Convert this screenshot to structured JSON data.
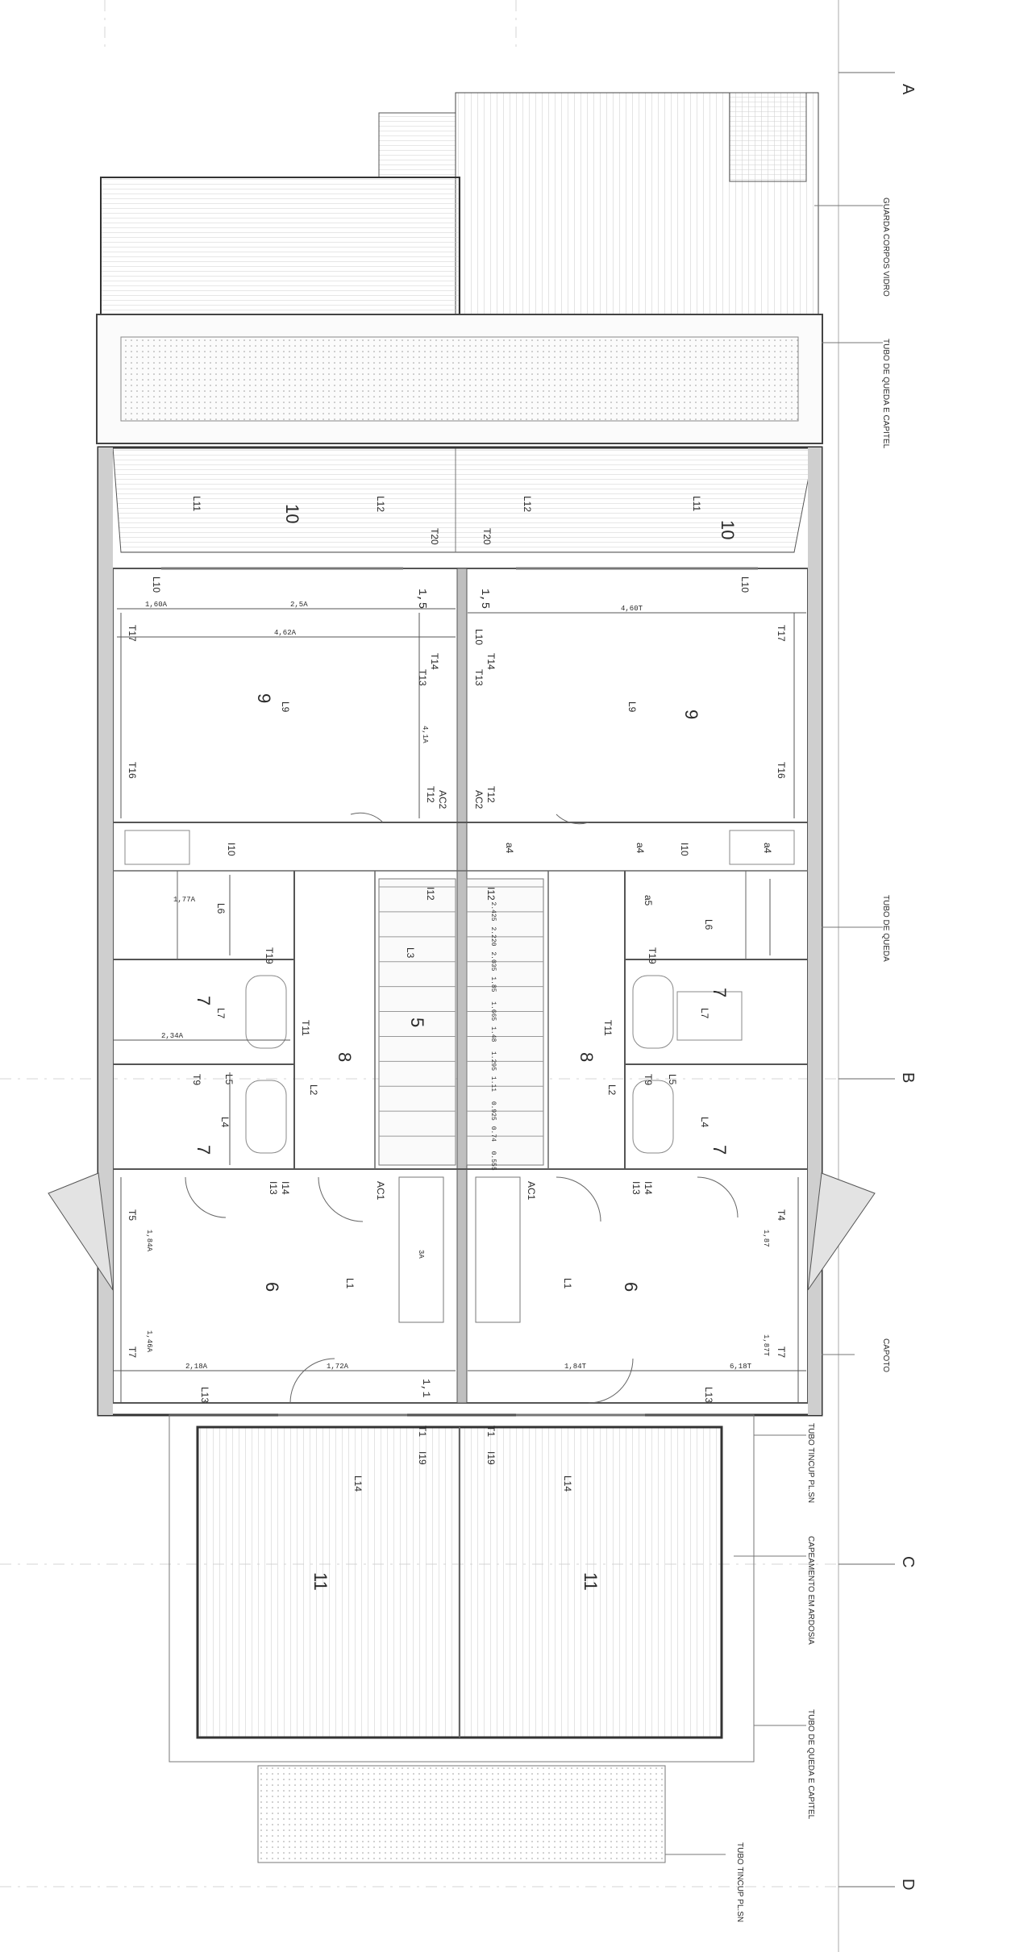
{
  "grid": {
    "A": "A",
    "B": "B",
    "C": "C",
    "D": "D"
  },
  "notes": {
    "guarda": "GUARDA CORPOS VIDRO",
    "tubo_cap_top": "TUBO DE QUEDA E CAPITEL",
    "tubo_queda": "TUBO DE QUEDA",
    "capoto": "CAPOTO",
    "tubo_tincup_1": "TUBO TINCUP PL.SN",
    "revestimento": "CAPEAMENTO EM ARDOSIA",
    "tubo_cap_bottom": "TUBO DE QUEDA E CAPITEL",
    "tubo_tincup_2": "TUBO TINCUP PL.SN"
  },
  "rooms": {
    "r10": "10",
    "r9": "9",
    "r8": "8",
    "r7": "7",
    "r6": "6",
    "r5": "5",
    "r11": "11"
  },
  "labels": {
    "L1": "L1",
    "L2": "L2",
    "L3": "L3",
    "L4": "L4",
    "L5": "L5",
    "L6": "L6",
    "L7": "L7",
    "L9": "L9",
    "L10": "L10",
    "L11": "L11",
    "L12": "L12",
    "L13": "L13",
    "L14": "L14",
    "T1": "T1",
    "T4": "T4",
    "T5": "T5",
    "T7": "T7",
    "T9": "T9",
    "T11": "T11",
    "T12": "T12",
    "T13": "T13",
    "T14": "T14",
    "T16": "T16",
    "T17": "T17",
    "T19": "T19",
    "T20": "T20",
    "AC1": "AC1",
    "AC2": "AC2",
    "I10": "I10",
    "I12": "I12",
    "I13": "I13",
    "I14": "I14",
    "I19": "I19",
    "a4": "a4",
    "a5": "a5"
  },
  "dims": {
    "d1": "1,60A",
    "d2": "2,5A",
    "d3": "4,62A",
    "d4": "4,1A",
    "d5": "4,60T",
    "d6": "1,77A",
    "d7": "2,34A",
    "d8": "1,84A",
    "d9": "1,46A",
    "d10": "2,18A",
    "d11": "1,72A",
    "d12": "1,84T",
    "d13": "1,87",
    "d14": "1,87T",
    "d15": "3A",
    "d16": "6,18T",
    "d17": "1,5",
    "d18": "1,1"
  },
  "stairs": [
    "2.425",
    "2.220",
    "2.035",
    "1.85",
    "1.665",
    "1.48",
    "1.295",
    "1.11",
    "0.925",
    "0.74",
    "0.555"
  ]
}
